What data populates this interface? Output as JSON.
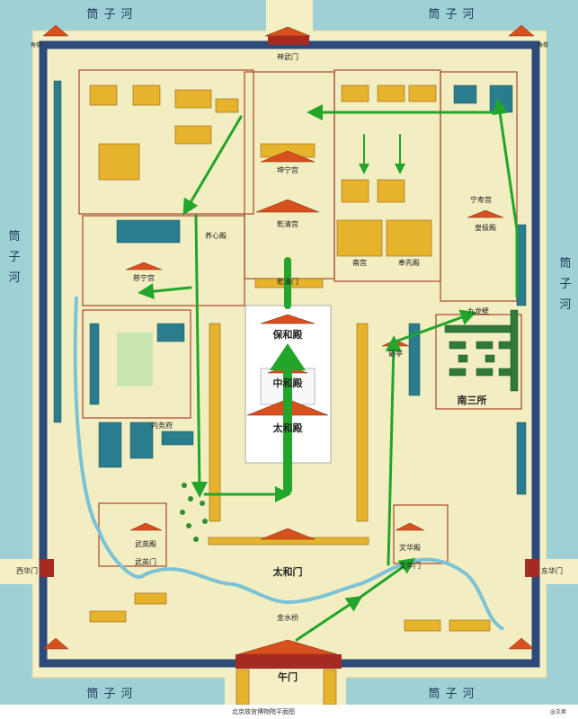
{
  "title": "北京故宫博物院平面图",
  "watermark": "@文君",
  "moat": {
    "name": "筒子河"
  },
  "gates": {
    "north": "神武门",
    "south": "午门",
    "west": "西华门",
    "east": "东华门",
    "taihe_gate": "太和门",
    "qianqing_gate": "乾清门",
    "wenhua_gate": "文华门",
    "wuying_gate": "武英门"
  },
  "halls": {
    "taihe": "太和殿",
    "zhonghe": "中和殿",
    "baohe": "保和殿",
    "qianqing": "乾清宫",
    "kunning": "坤宁宫",
    "wenhua": "文华殿",
    "wuying": "武英殿",
    "yangxin": "养心殿",
    "cining": "慈宁宫",
    "fengxian": "奉先殿",
    "zhai": "斋宫",
    "ningshou": "宁寿宫",
    "huangji": "皇极殿",
    "jianting": "箭亭",
    "jiulongbi": "九龙壁",
    "nansansuo": "南三所",
    "neiwufu": "内务府",
    "jinshuiqiao": "金水桥",
    "corner_tower": "角楼"
  },
  "colors": {
    "moat": "#9fd0d6",
    "ground": "#f4efc4",
    "wall": "#2d4a7a",
    "route": "#22a52a"
  }
}
